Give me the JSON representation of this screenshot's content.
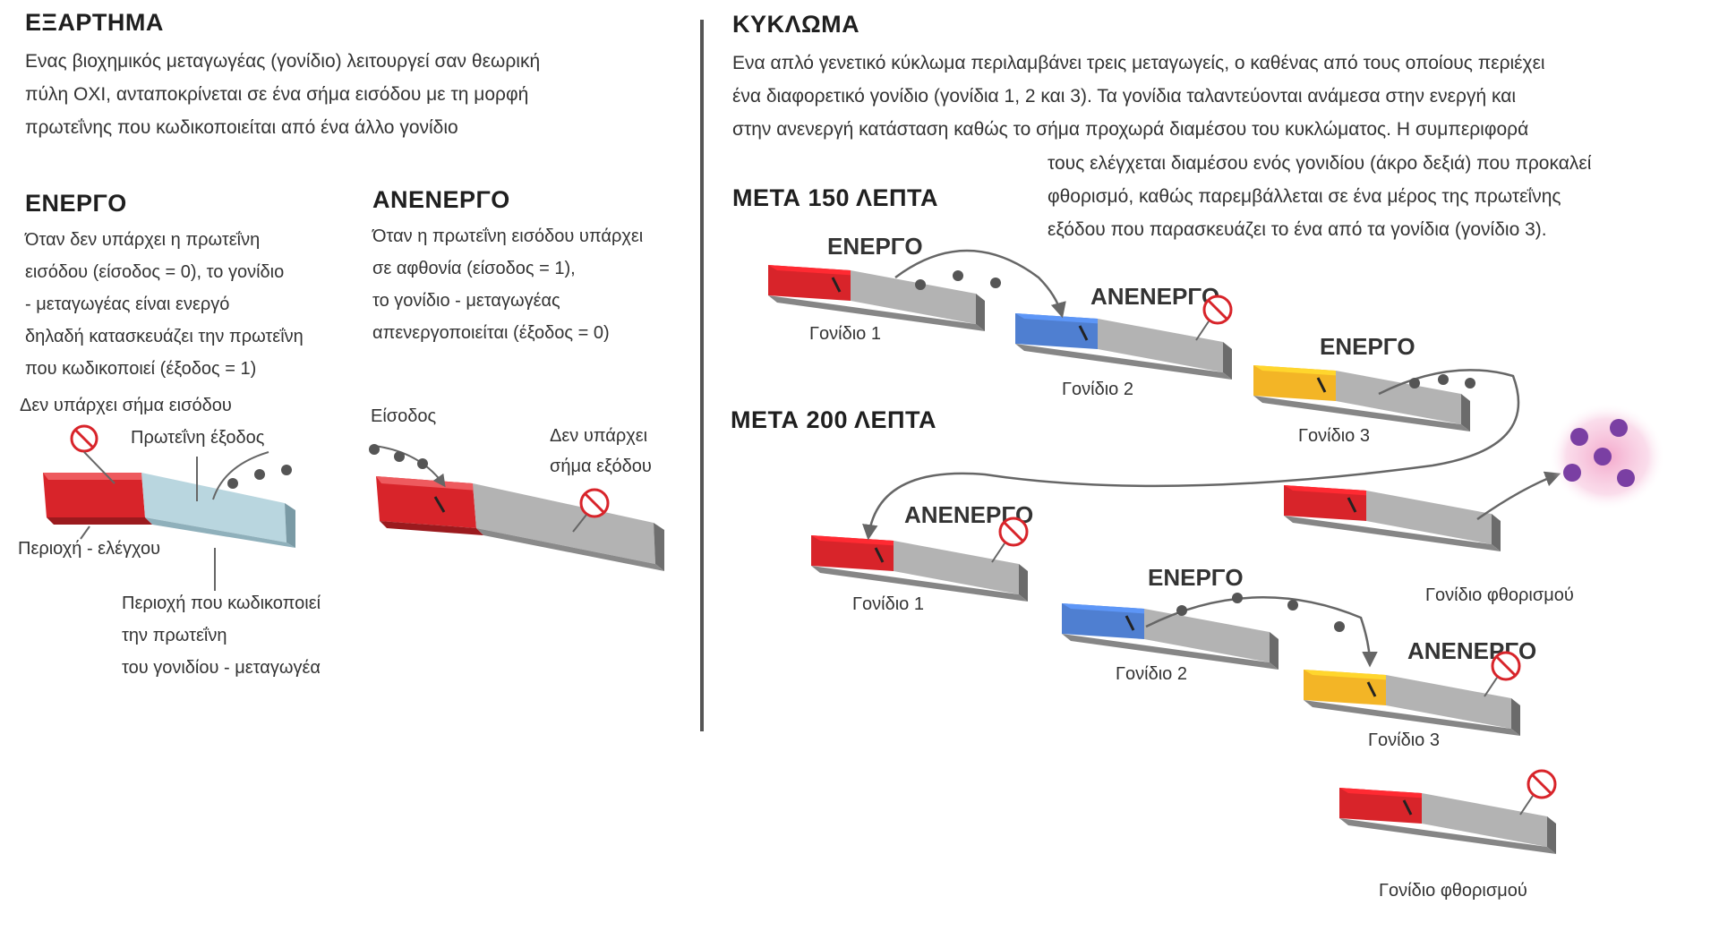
{
  "left": {
    "title": "ΕΞΑΡΤΗΜΑ",
    "intro": [
      "Ενας βιοχημικός μεταγωγέας (γονίδιο) λειτουργεί σαν θεωρική",
      "πύλη ΟΧΙ, ανταποκρίνεται σε ένα σήμα εισόδου με τη μορφή",
      "πρωτεΐνης που κωδικοποιείται από ένα άλλο γονίδιο"
    ],
    "active": {
      "title": "ΕΝΕΡΓΟ",
      "text": [
        "Όταν δεν υπάρχει η πρωτεΐνη",
        "εισόδου (είσοδος = 0), το γονίδιο",
        " - μεταγωγέας είναι ενεργό",
        "δηλαδή κατασκευάζει την πρωτεΐνη",
        "που κωδικοποιεί (έξοδος = 1)"
      ],
      "no_input_label": "Δεν υπάρχει σήμα εισόδου",
      "protein_output_label": "Πρωτεΐνη έξοδος",
      "control_region_label": "Περιοχή - ελέγχου",
      "coding_region_label": [
        "Περιοχή που κωδικοποιεί",
        "την πρωτεΐνη",
        "του γονιδίου - μεταγωγέα"
      ]
    },
    "inactive": {
      "title": "ΑΝΕΝΕΡΓΟ",
      "text": [
        "Όταν η πρωτεΐνη εισόδου υπάρχει",
        "σε αφθονία (είσοδος = 1),",
        "το γονίδιο - μεταγωγέας",
        "απενεργοποιείται (έξοδος = 0)"
      ],
      "input_label": "Είσοδος",
      "no_output_label": [
        "Δεν υπάρχει",
        "σήμα εξόδου"
      ]
    }
  },
  "right": {
    "title": "ΚΥΚΛΩΜΑ",
    "intro": [
      "Ενα απλό γενετικό κύκλωμα περιλαμβάνει τρεις μεταγωγείς, ο καθένας από τους οποίους περιέχει",
      "ένα διαφορετικό γονίδιο (γονίδια 1, 2 και 3). Τα γονίδια ταλαντεύονται ανάμεσα στην ενεργή και",
      "στην ανενεργή κατάσταση καθώς το σήμα προχωρά διαμέσου του κυκλώματος. Η συμπεριφορά"
    ],
    "intro_cont": [
      "τους ελέγχεται διαμέσου ενός γονιδίου (άκρο δεξιά) που προκαλεί",
      "φθορισμό, καθώς παρεμβάλλεται σε ένα μέρος της πρωτεΐνης",
      "εξόδου που παρασκευάζει το ένα από τα γονίδια (γονίδιο 3)."
    ],
    "after150": "ΜΕΤΑ 150 ΛΕΠΤΑ",
    "after200": "ΜΕΤΑ 200 ΛΕΠΤΑ",
    "states": {
      "active": "ΕΝΕΡΓΟ",
      "inactive": "ΑΝΕΝΕΡΓΟ"
    },
    "genes": {
      "gene1": "Γονίδιο 1",
      "gene2": "Γονίδιο 2",
      "gene3": "Γονίδιο 3",
      "fluorescent": "Γονίδιο φθορισμού"
    }
  },
  "colors": {
    "red": "#d8242a",
    "blue": "#4f7fd1",
    "yellow": "#f3b526",
    "gray": "#b3b3b3",
    "lightblue": "#b9d6df",
    "fluor": "#7a3fa3"
  }
}
